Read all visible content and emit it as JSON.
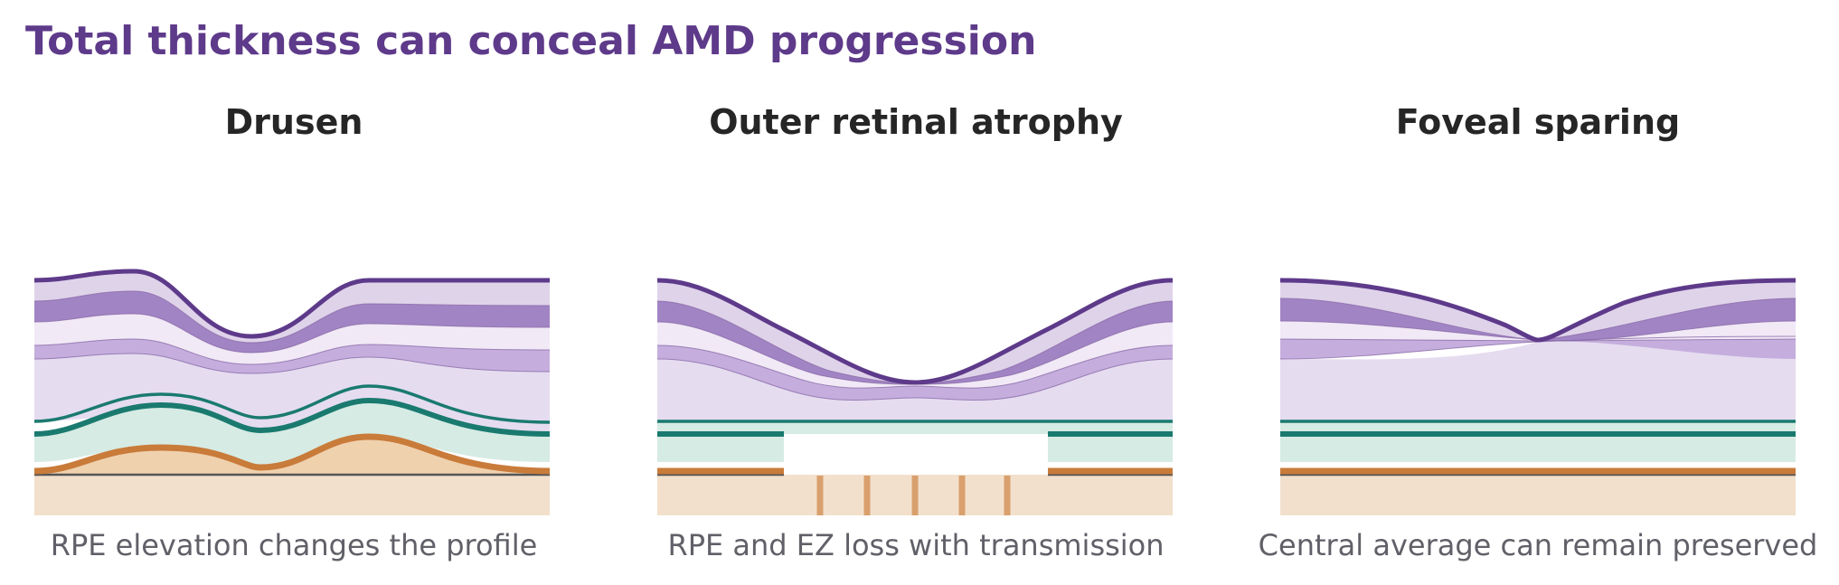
{
  "title": "Total thickness can conceal AMD progression",
  "colors": {
    "title": "#5e3a8a",
    "panel_title": "#262626",
    "caption": "#606068",
    "ilm": "#5e3a8a",
    "nfl": "#dfd3ea",
    "gcl": "#a184c4",
    "ipl": "#f1e9f6",
    "inl": "#c5aedd",
    "onl": "#e5dcf0",
    "ez_band": "#d6ebe4",
    "ez_line": "#1a7a6f",
    "rpe": "#c97b3a",
    "choroid": "#f2e0cc",
    "drusen": "#efd1ae",
    "bruch": "#555555",
    "hypertransmission": "#d9a06d"
  },
  "panels": [
    {
      "id": "drusen",
      "title": "Drusen",
      "caption": "RPE elevation changes the profile"
    },
    {
      "id": "outer-retinal-atrophy",
      "title": "Outer retinal atrophy",
      "caption": "RPE and EZ loss with transmission"
    },
    {
      "id": "foveal-sparing",
      "title": "Foveal sparing",
      "caption": "Central average can remain preserved"
    }
  ]
}
